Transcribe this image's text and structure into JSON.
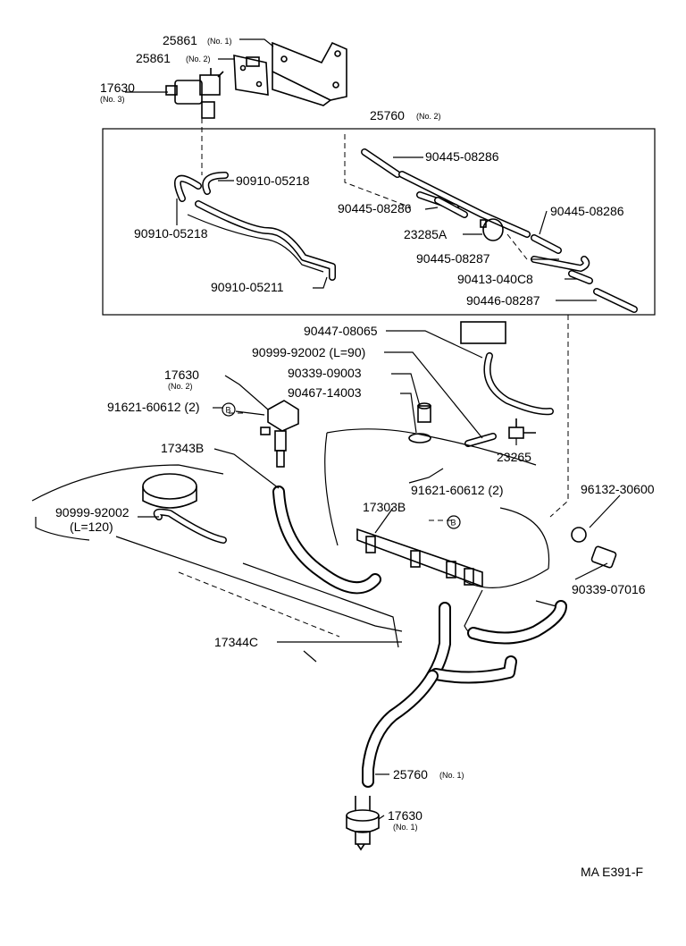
{
  "labels": {
    "p25861_1": "25861",
    "p25861_1_sub": "(No. 1)",
    "p25861_2": "25861",
    "p25861_2_sub": "(No. 2)",
    "p17630_3": "17630",
    "p17630_3_sub": "(No. 3)",
    "p25760_2": "25760",
    "p25760_2_sub": "(No. 2)",
    "p90445_08286_a": "90445-08286",
    "p90910_05218_a": "90910-05218",
    "p90445_08286_b": "90445-08286",
    "p90445_08286_c": "90445-08286",
    "p90910_05218_b": "90910-05218",
    "p23285A": "23285A",
    "p90445_08287": "90445-08287",
    "p90413_040C8": "90413-040C8",
    "p90910_05211": "90910-05211",
    "p90446_08287": "90446-08287",
    "p90447_08065": "90447-08065",
    "p90999_92002_90": "90999-92002 (L=90)",
    "p17630_2": "17630",
    "p17630_2_sub": "(No. 2)",
    "p90339_09003": "90339-09003",
    "p90467_14003": "90467-14003",
    "p91621_60612_a": "91621-60612 (2)",
    "p23265": "23265",
    "p17343B": "17343B",
    "p91621_60612_b": "91621-60612 (2)",
    "p96132_30600": "96132-30600",
    "p90999_92002_120": "90999-92002",
    "p90999_92002_120_sub": "(L=120)",
    "p17303B": "17303B",
    "p90339_07016": "90339-07016",
    "p17344C": "17344C",
    "p25760_1": "25760",
    "p25760_1_sub": "(No. 1)",
    "p17630_1": "17630",
    "p17630_1_sub": "(No. 1)",
    "ref_b": "B",
    "diagram_code": "MA E391-F"
  }
}
